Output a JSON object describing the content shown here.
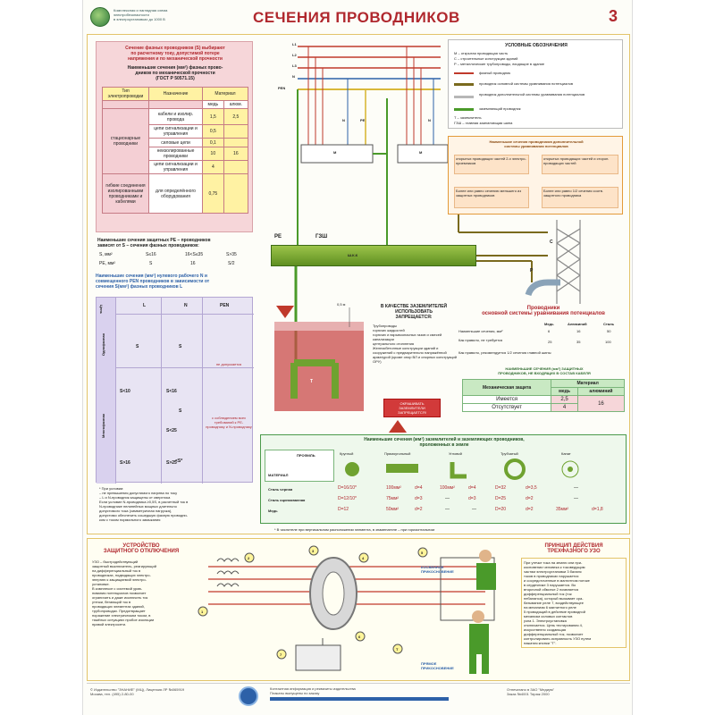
{
  "header": {
    "org_lines": [
      "Комплексная и наглядная схема",
      "электробезопасности",
      "в электроустановках до 1000 В"
    ],
    "title": "СЕЧЕНИЯ ПРОВОДНИКОВ",
    "sheet": "3"
  },
  "left_panel": {
    "intro": [
      "Сечение фазных проводников (S) выбирают",
      "по расчетному току, допустимой потере",
      "напряжения и по механической прочности"
    ],
    "table_title": [
      "Наименьшие сечения (мм²) фазных прово-",
      "дников по механической прочности",
      "(ГОСТ Р 50571.15)"
    ],
    "table_headers": [
      "Тип электропроводки",
      "Назначение",
      "Материал"
    ],
    "materials": [
      "медь",
      "алюм."
    ],
    "rows": [
      {
        "kind": "стационарные проводники",
        "purpose": "кабели и изолир. провода",
        "cu": "1,5",
        "al": "2,5"
      },
      {
        "kind": "",
        "purpose": "цепи сигнализации и управления",
        "cu": "0,5",
        "al": ""
      },
      {
        "kind": "",
        "purpose": "силовые цепи",
        "cu": "0,1",
        "al": ""
      },
      {
        "kind": "",
        "purpose": "неизолированные проводники",
        "cu": "10",
        "al": "16"
      },
      {
        "kind": "",
        "purpose": "цепи сигнализации и управления",
        "cu": "4",
        "al": ""
      },
      {
        "kind": "гибкие соединения изолированными проводниками и кабелями",
        "purpose": "для определённого оборудования",
        "cu": "0,75",
        "al": ""
      }
    ]
  },
  "pe_rule": {
    "title": [
      "Наименьшие сечения защитных PE – проводников",
      "зависят от S – сечения фазных проводников:"
    ],
    "s_label": "S, мм²",
    "s_values": [
      "S≤16",
      "16<S≤35",
      "S>35"
    ],
    "pe_label": "PE, мм²",
    "pe_values": [
      "S",
      "16",
      "S/2"
    ]
  },
  "n_table": {
    "title": [
      "Наименьшие сечения (мм²) нулевого рабочего N и",
      "совмещенного PEN проводников в зависимости от",
      "сечения S(мм²) фазных проводников L"
    ],
    "headers": [
      "Цепь",
      "L",
      "N",
      "PEN"
    ],
    "groups": [
      "Однофазная",
      "Многофазная"
    ],
    "cells": [
      "S",
      "S",
      "не допускается",
      "S<10",
      "S<16",
      "S",
      "S<25",
      "S>16",
      "S>25",
      "<S*",
      "с соблюдением всех требований к PE-проводнику и N-проводнику"
    ]
  },
  "notes": {
    "lines": [
      "* При условии:",
      "– не превышения допустимого нагрева по току",
      "– L и N-проводник защищены от сверхтока",
      "Если условие N-проводника ≥0,5S, в расчетный ток в",
      "N-проводнике нелинейных мощных длительно",
      "допустимого тока (симметричная нагрузка),",
      "допустимо обеспечить сошедшую фазную проводни-",
      "ком с током нормального замыкания"
    ]
  },
  "diagram": {
    "wires": [
      "L1",
      "L2",
      "L3",
      "N",
      "PEN"
    ],
    "nodes": [
      "N",
      "PE",
      "N"
    ],
    "motor": "M",
    "pe_label": "PE",
    "gsh_label": "ГЗШ",
    "main_label": "Ш.К.К",
    "c_label": "C",
    "p_label": "P",
    "t_label": "T",
    "depth_label": "0,5 м"
  },
  "legend": {
    "title": "УСЛОВНЫЕ ОБОЗНАЧЕНИЯ",
    "items": [
      "М – открытая проводящая часть",
      "С – строительные конструкции зданий",
      "Р – металлические трубопроводы, входящие в здание",
      "фазный проводник",
      "проводник основной системы уравнивания потенциалов",
      "проводник дополнительной системы уравнивания потенциалов",
      "заземляющий проводник",
      "Т – заземлитель",
      "ГЗШ – главная заземляющая шина"
    ]
  },
  "orange_box": {
    "title": [
      "Наименьшие сечения проводников дополнительной",
      "системы уравнивания потенциалов"
    ],
    "cells": [
      "открытых проводящих частей 2-х электро-приемников",
      "открытых проводящих частей и сторон. проводящих частей",
      "Более или равно сечению меньшего из защитных проводников",
      "Более или равно 1/2 сечения соотв. защитного проводника"
    ]
  },
  "prohibited": {
    "title": [
      "В КАЧЕСТВЕ ЗАЗЕМЛИТЕЛЕЙ",
      "ИСПОЛЬЗОВАТЬ",
      "ЗАПРЕЩАЕТСЯ:"
    ],
    "items": [
      "Трубопроводы",
      "горючих жидкостей",
      "горючих и взрывоопасных газов и смесей",
      "канализации",
      "центрального отопления",
      "Железобетонные конструкции зданий и сооружений с предварительно напряжённой арматурой (кроме опор ВЛ и опорных конструкций ОРУ)"
    ],
    "button": [
      "ОКРАШИВАТЬ",
      "ЗАЗЕМЛИТЕЛИ",
      "ЗАПРЕЩАЕТСЯ!"
    ]
  },
  "potential_conductors": {
    "title": [
      "Проводники",
      "основной системы уравнивания потенциалов"
    ],
    "col_headers": [
      "Медь",
      "Алюминий",
      "Сталь"
    ],
    "row_label": "Наименьшие сечения, мм²",
    "values": [
      "6",
      "16",
      "50"
    ],
    "row2": "Как правило, не требуется",
    "row2_vals": [
      "25",
      "35",
      "100"
    ],
    "row3": "Как правило, рекомендуется 1/2 сечения главной шины"
  },
  "pen_table": {
    "title": [
      "НАИМЕНЬШИЕ СЕЧЕНИЯ (мм²) ЗАЩИТНЫХ",
      "ПРОВОДНИКОВ, НЕ ВХОДЯЩИХ В СОСТАВ КАБЕЛЯ"
    ],
    "headers": [
      "Механическая защита",
      "медь",
      "алюминий",
      "Материал"
    ],
    "rows": [
      {
        "label": "Имеется",
        "cu": "2,5",
        "al": "16"
      },
      {
        "label": "Отсутствует",
        "cu": "4",
        "al": ""
      }
    ]
  },
  "earth_table": {
    "title": [
      "Наименьшие сечения (мм²) заземлителей и заземляющих проводников,",
      "проложенных в земле"
    ],
    "corner_top": "ПРОФИЛЬ",
    "corner_bottom": "МАТЕРИАЛ",
    "profiles": [
      "Круглый",
      "Прямоугольный",
      "Угловой",
      "Трубчатый",
      "Канат"
    ],
    "materials": [
      "Сталь черная",
      "Сталь оцинкованная",
      "Медь"
    ],
    "values": [
      [
        "D=16/10*",
        "100мм²",
        "d=4",
        "100мм²",
        "d=4",
        "D=32",
        "d=3,5",
        "—"
      ],
      [
        "D=12/10*",
        "75мм²",
        "d=3",
        "—",
        "d=3",
        "D=25",
        "d=2",
        "—"
      ],
      [
        "D=12",
        "50мм²",
        "d=2",
        "—",
        "—",
        "D=20",
        "d=2",
        "35мм²",
        "d=1,8"
      ]
    ],
    "footnote": "* В числителе при вертикальном расположении элемента, в знаменателе – при горизонтальном"
  },
  "bottom": {
    "left_title": [
      "УСТРОЙСТВО",
      "ЗАЩИТНОГО ОТКЛЮЧЕНИЯ"
    ],
    "left_text": [
      "УЗО – быстродействующий",
      "защитный выключатель, реагирующий",
      "на дифференциальный ток в",
      "проводниках, подводящих электро-",
      "энергию к защищаемой электро-",
      "установке.",
      "В комплексе с системой урав-",
      "нивания потенциалов позволяет",
      "ограничить и даже исключить ток",
      "утечки, бегающий ток в",
      "проводящих элементах зданий,",
      "трубопроводах. Предотвращает",
      "поражение электрическим током, в",
      "тяжёлых ситуациях пробое изоляции",
      "правой электросети."
    ],
    "indirect": [
      "КОСВЕННОЕ",
      "ПРИКОСНОВЕНИЕ"
    ],
    "direct": [
      "ПРЯМОЕ",
      "ПРИКОСНОВЕНИЕ"
    ],
    "right_title": [
      "ПРИНЦИП ДЕЙСТВИЯ",
      "ТРЕХФАЗНОГО УЗО"
    ],
    "right_text": [
      "При утечке тока на землю или при-",
      "косновении человека к токоведущим",
      "частям электроустановки 3 баланс",
      "токов в проводниках нарушается",
      "и сосредоточенные в магнитном потоке",
      "в сердечнике 3 нарушается. Во",
      "вторичной обмотке 2 появляется",
      "дифференциальный ток (ток",
      "небаланса), который вызывает сра-",
      "батывание реле 7, воздействующее",
      "на механизм 6 магнитного реле",
      "5 проводящий в действие приводной",
      "механизм силовых контактов",
      "узла 1. Электроустановка",
      "отключается. Цепь тестирования 4,",
      "искусственно создающая",
      "дифференциальный ток, позволяет",
      "контролировать исправность УЗО путем",
      "нажатия кнопки \"Т\"."
    ],
    "numbers": [
      "1",
      "2",
      "3",
      "4",
      "5",
      "6",
      "7",
      "Т"
    ]
  },
  "footer": {
    "left": [
      "© Издательство \"ЗНАНИЕ\" (МЦ), Лицензия ЛР №065919",
      "Москва, тел. (495) 2-80-00"
    ],
    "mid": [
      "Контактная информация и реквизиты издательства",
      "Плакаты выпущены по заказу"
    ],
    "right": [
      "Отпечатано в ЗАО \"Медиум\"",
      "Заказ №4001 Тираж 2000"
    ]
  },
  "colors": {
    "title_red": "#b0282e",
    "phase": "#c0392b",
    "main_potential": "#7a6a1e",
    "extra_potential": "#b7b7b7",
    "earth": "#4a9a2a",
    "pe": "#d9b83a"
  }
}
